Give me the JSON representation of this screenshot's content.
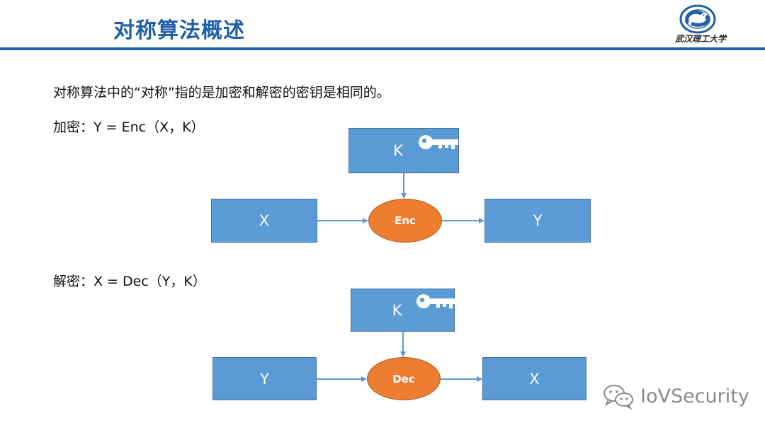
{
  "header": {
    "title": "对称算法概述",
    "logo_text": "武汉理工大学"
  },
  "content": {
    "intro": "对称算法中的“对称”指的是加密和解密的密钥是相同的。",
    "encryption": {
      "formula": "加密：Y = Enc（X，K）",
      "key_label": "K",
      "input_label": "X",
      "function_label": "Enc",
      "output_label": "Y"
    },
    "decryption": {
      "formula": "解密：X = Dec（Y，K）",
      "key_label": "K",
      "input_label": "Y",
      "function_label": "Dec",
      "output_label": "X"
    }
  },
  "watermark": {
    "text": "IoVSecurity",
    "icon": "wechat-icon"
  },
  "colors": {
    "title": "#1f5fa8",
    "box_fill": "#5b9bd5",
    "function_fill": "#ed7d31",
    "arrow": "#5b9bd5"
  }
}
